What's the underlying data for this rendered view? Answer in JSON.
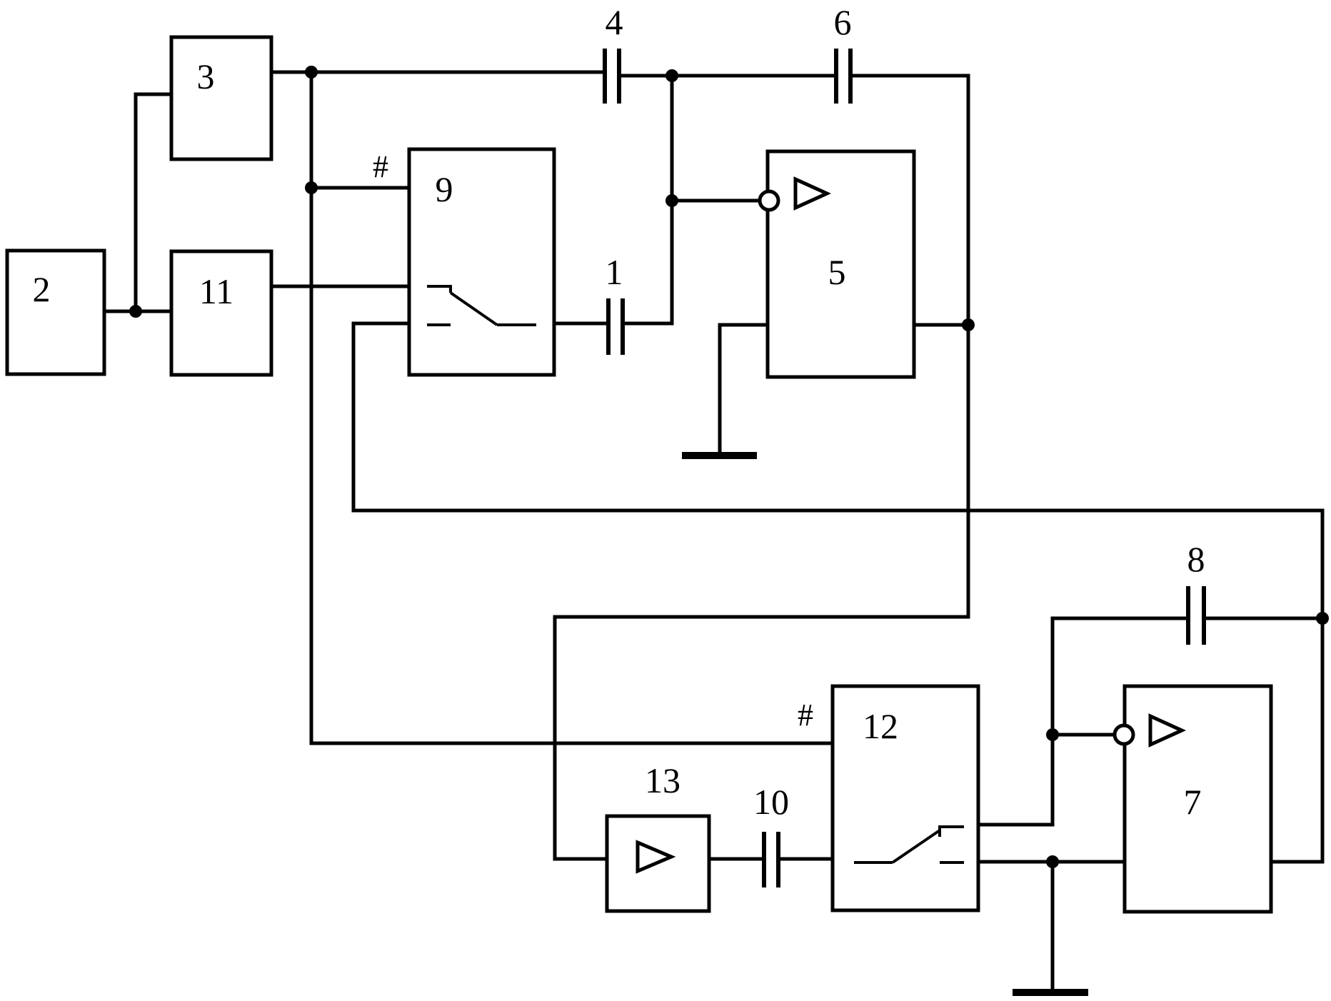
{
  "diagram": {
    "blocks": {
      "b2": "2",
      "b3": "3",
      "b5": "5",
      "b7": "7",
      "b9": "9",
      "b11": "11",
      "b12": "12",
      "b13": "13"
    },
    "capacitors": {
      "c1": "1",
      "c4": "4",
      "c6": "6",
      "c8": "8",
      "c10": "10"
    },
    "marks": {
      "hash9": "#",
      "hash12": "#"
    }
  }
}
